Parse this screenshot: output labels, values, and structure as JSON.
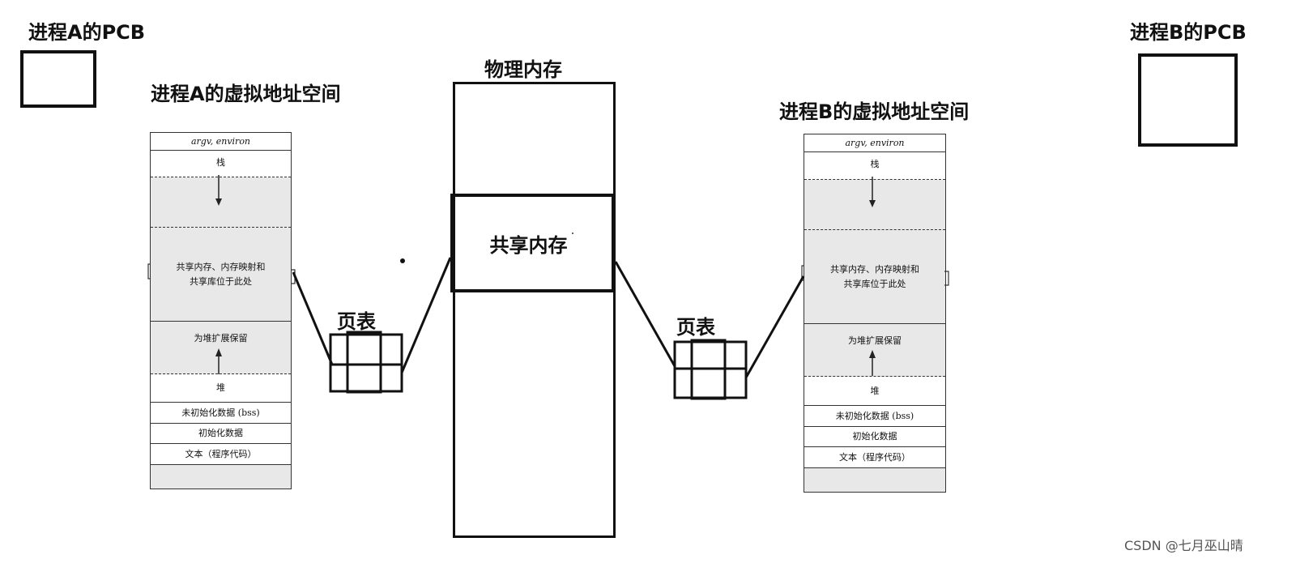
{
  "pcb": {
    "a_label": "进程A的PCB",
    "b_label": "进程B的PCB"
  },
  "vas": {
    "a_title": "进程A的虚拟地址空间",
    "b_title": "进程B的虚拟地址空间",
    "segments": {
      "argv": "argv, environ",
      "stack": "栈",
      "shared_line1": "共享内存、内存映射和",
      "shared_line2": "共享库位于此处",
      "heap_reserve": "为堆扩展保留",
      "heap": "堆",
      "bss": "未初始化数据 (bss)",
      "data": "初始化数据",
      "text": "文本（程序代码）"
    }
  },
  "physical": {
    "title": "物理内存",
    "shared": "共享内存"
  },
  "page_table": {
    "a_label": "页表",
    "b_label": "页表"
  },
  "watermark": "CSDN @七月巫山晴"
}
